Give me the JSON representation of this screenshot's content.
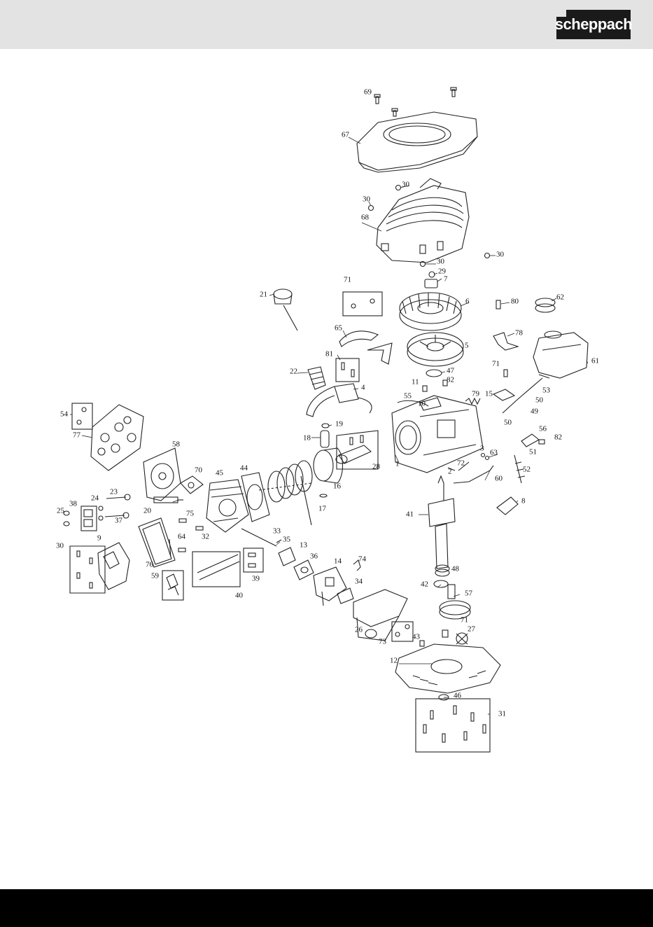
{
  "brand": {
    "logo_text": "scheppach"
  },
  "colors": {
    "header_bg": "#e3e3e3",
    "footer_bg": "#000000",
    "logo_bg": "#1a1a1a",
    "line": "#222222"
  },
  "diagram": {
    "labels": [
      "69",
      "67",
      "30",
      "30",
      "68",
      "30",
      "30",
      "29",
      "7",
      "71",
      "6",
      "80",
      "62",
      "21",
      "65",
      "81",
      "5",
      "78",
      "61",
      "22",
      "4",
      "47",
      "82",
      "11",
      "71",
      "55",
      "10",
      "79",
      "15",
      "53",
      "50",
      "49",
      "50",
      "54",
      "19",
      "77",
      "18",
      "28",
      "56",
      "82",
      "3",
      "63",
      "51",
      "58",
      "70",
      "45",
      "44",
      "16",
      "1",
      "72",
      "2",
      "52",
      "60",
      "23",
      "24",
      "38",
      "25",
      "37",
      "20",
      "75",
      "17",
      "41",
      "8",
      "32",
      "64",
      "33",
      "35",
      "30",
      "9",
      "13",
      "36",
      "74",
      "14",
      "34",
      "76",
      "48",
      "42",
      "57",
      "59",
      "39",
      "40",
      "71",
      "26",
      "73",
      "43",
      "27",
      "12",
      "46",
      "31"
    ]
  }
}
